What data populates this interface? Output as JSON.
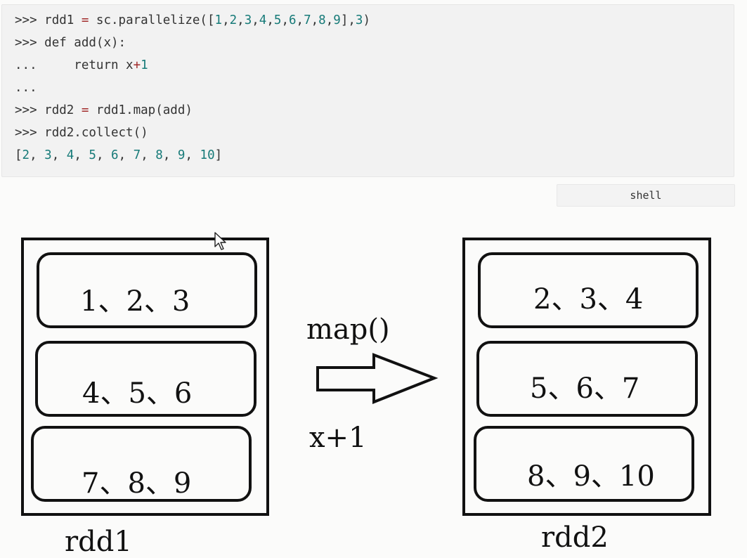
{
  "code": {
    "lines": [
      {
        "prompt": ">>> ",
        "parts": [
          {
            "t": "rdd1 ",
            "c": "kw"
          },
          {
            "t": "=",
            "c": "op"
          },
          {
            "t": " sc.parallelize([",
            "c": "kw"
          },
          {
            "t": "1",
            "c": "num"
          },
          {
            "t": ",",
            "c": "kw"
          },
          {
            "t": "2",
            "c": "num"
          },
          {
            "t": ",",
            "c": "kw"
          },
          {
            "t": "3",
            "c": "num"
          },
          {
            "t": ",",
            "c": "kw"
          },
          {
            "t": "4",
            "c": "num"
          },
          {
            "t": ",",
            "c": "kw"
          },
          {
            "t": "5",
            "c": "num"
          },
          {
            "t": ",",
            "c": "kw"
          },
          {
            "t": "6",
            "c": "num"
          },
          {
            "t": ",",
            "c": "kw"
          },
          {
            "t": "7",
            "c": "num"
          },
          {
            "t": ",",
            "c": "kw"
          },
          {
            "t": "8",
            "c": "num"
          },
          {
            "t": ",",
            "c": "kw"
          },
          {
            "t": "9",
            "c": "num"
          },
          {
            "t": "],",
            "c": "kw"
          },
          {
            "t": "3",
            "c": "num"
          },
          {
            "t": ")",
            "c": "kw"
          }
        ]
      },
      {
        "prompt": ">>> ",
        "parts": [
          {
            "t": "def add(x):",
            "c": "kw"
          }
        ]
      },
      {
        "prompt": "...     ",
        "parts": [
          {
            "t": "return x",
            "c": "kw"
          },
          {
            "t": "+",
            "c": "op"
          },
          {
            "t": "1",
            "c": "num"
          }
        ]
      },
      {
        "prompt": "...",
        "parts": []
      },
      {
        "prompt": ">>> ",
        "parts": [
          {
            "t": "rdd2 ",
            "c": "kw"
          },
          {
            "t": "=",
            "c": "op"
          },
          {
            "t": " rdd1.map(add)",
            "c": "kw"
          }
        ]
      },
      {
        "prompt": ">>> ",
        "parts": [
          {
            "t": "rdd2.collect()",
            "c": "kw"
          }
        ]
      },
      {
        "prompt": "",
        "parts": [
          {
            "t": "[",
            "c": "kw"
          },
          {
            "t": "2",
            "c": "num"
          },
          {
            "t": ", ",
            "c": "kw"
          },
          {
            "t": "3",
            "c": "num"
          },
          {
            "t": ", ",
            "c": "kw"
          },
          {
            "t": "4",
            "c": "num"
          },
          {
            "t": ", ",
            "c": "kw"
          },
          {
            "t": "5",
            "c": "num"
          },
          {
            "t": ", ",
            "c": "kw"
          },
          {
            "t": "6",
            "c": "num"
          },
          {
            "t": ", ",
            "c": "kw"
          },
          {
            "t": "7",
            "c": "num"
          },
          {
            "t": ", ",
            "c": "kw"
          },
          {
            "t": "8",
            "c": "num"
          },
          {
            "t": ", ",
            "c": "kw"
          },
          {
            "t": "9",
            "c": "num"
          },
          {
            "t": ", ",
            "c": "kw"
          },
          {
            "t": "10",
            "c": "num"
          },
          {
            "t": "]",
            "c": "kw"
          }
        ]
      }
    ],
    "language_label": "shell"
  },
  "diagram": {
    "rdd1": {
      "name": "rdd1",
      "partitions": [
        "1、2、3",
        "4、5、6",
        "7、8、9"
      ]
    },
    "rdd2": {
      "name": "rdd2",
      "partitions": [
        "2、3、4",
        "5、6、7",
        "8、9、10"
      ]
    },
    "operation": "map()",
    "function": "x+1"
  },
  "colors": {
    "code_bg": "#f2f2f2",
    "number": "#167a78",
    "operator": "#a12a2a",
    "stroke": "#111111"
  },
  "icons": {
    "cursor": "mouse-pointer-icon",
    "arrow": "right-arrow-icon"
  }
}
